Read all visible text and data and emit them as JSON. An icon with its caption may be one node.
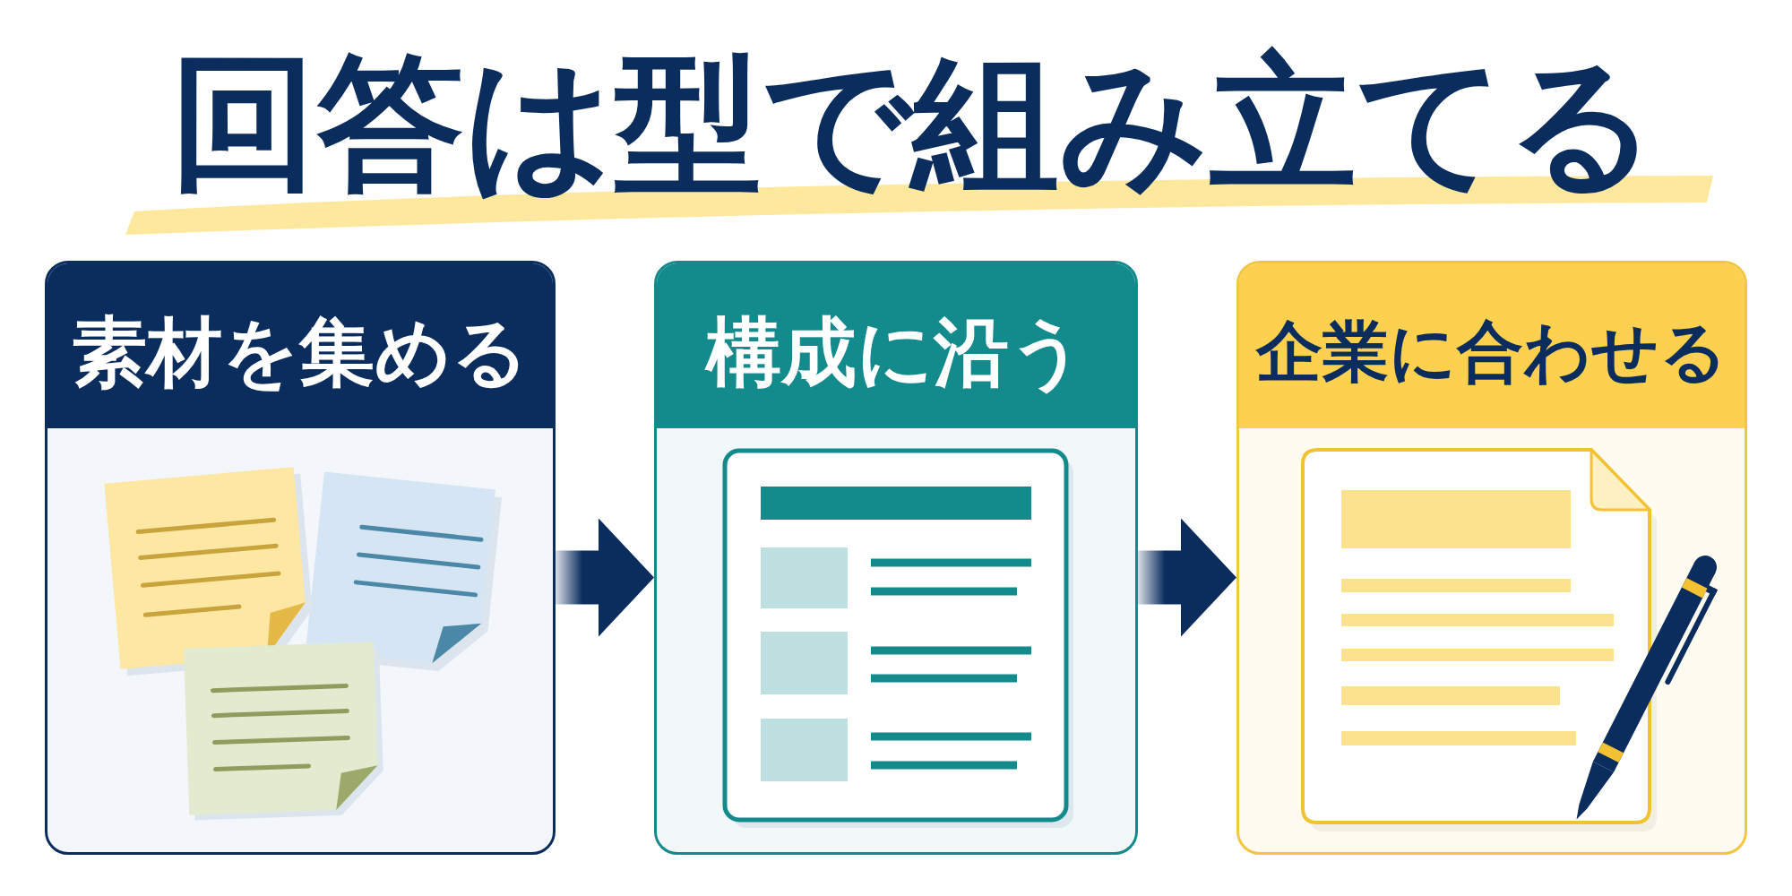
{
  "diagram": {
    "title": "回答は型で組み立てる",
    "nodes": [
      {
        "text": [
          "素材を集める"
        ]
      },
      {
        "text": [
          "構成に沿う"
        ]
      },
      {
        "text": [
          "企業に合わせる"
        ]
      }
    ],
    "edges": [
      {
        "from": 0,
        "to": 1,
        "arrow": "to"
      },
      {
        "from": 1,
        "to": 2,
        "arrow": "to"
      }
    ]
  }
}
